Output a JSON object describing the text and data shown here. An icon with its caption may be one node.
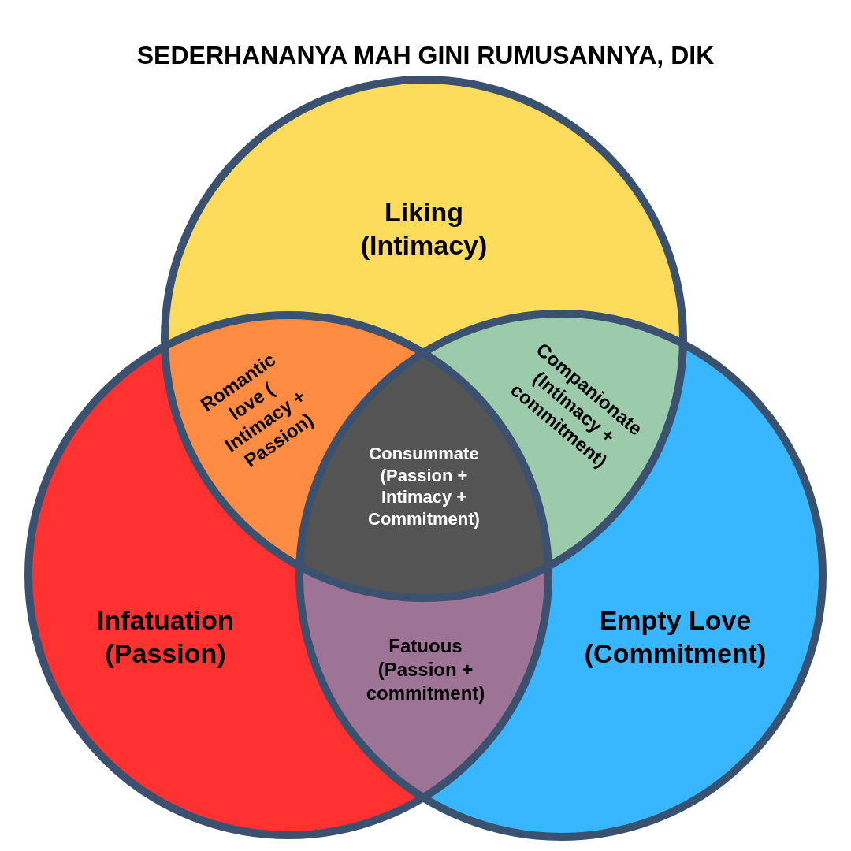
{
  "diagram": {
    "title": "SEDERHANANYA MAH GINI RUMUSANNYA, DIK",
    "nodes": [
      {
        "text": [
          "Liking (Intimacy)"
        ]
      },
      {
        "text": [
          "Infatuation (Passion)"
        ]
      },
      {
        "text": [
          "Empty Love (Commitment)"
        ]
      },
      {
        "text": [
          "Romantic love ( Intimacy + Passion)"
        ]
      },
      {
        "text": [
          "Companionate (Intimacy + commitment)"
        ]
      },
      {
        "text": [
          "Consummate (Passion + Intimacy + Commitment)"
        ]
      },
      {
        "text": [
          "Fatuous (Passion + commitment)"
        ]
      }
    ]
  }
}
